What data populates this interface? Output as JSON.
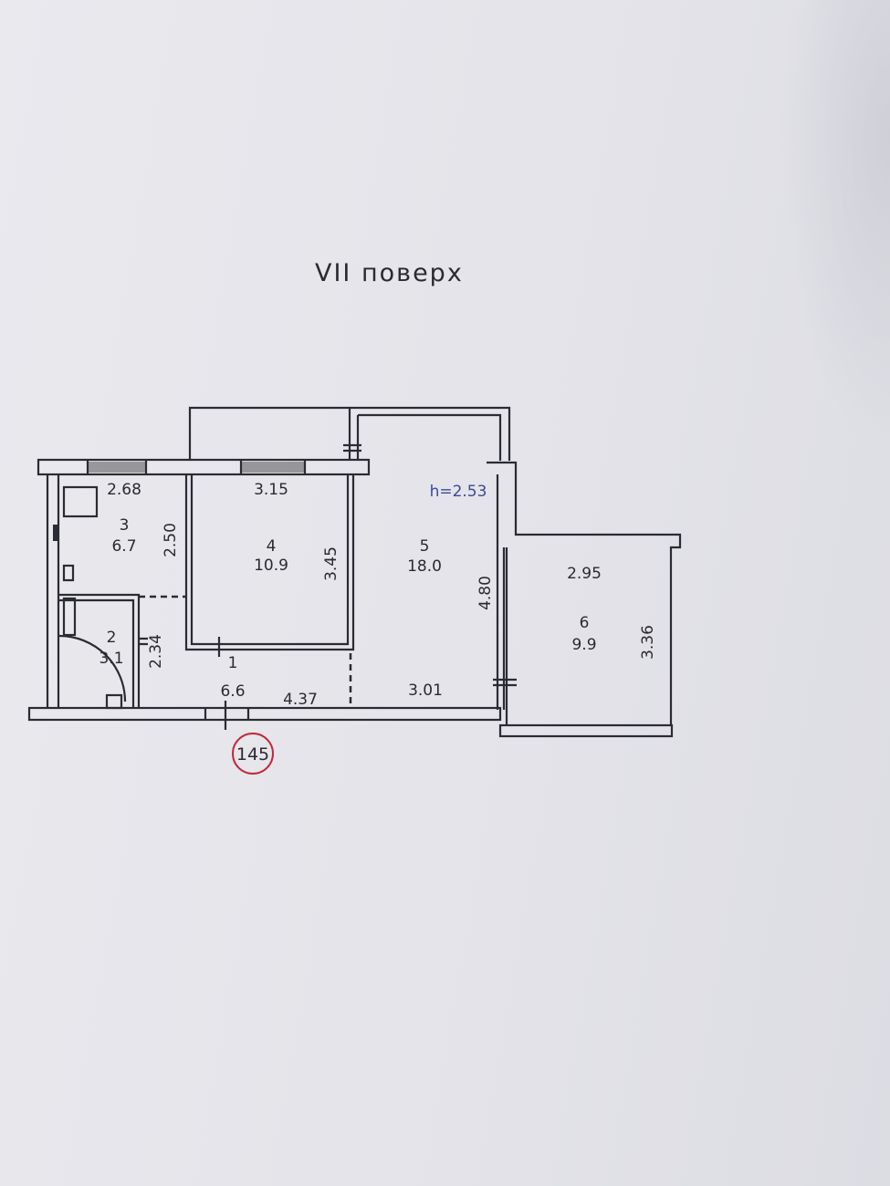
{
  "title": "VII поверх",
  "ceiling_height": "h=2.53",
  "rooms": [
    {
      "number": "1",
      "area": "6.6"
    },
    {
      "number": "2",
      "area": "3.1"
    },
    {
      "number": "3",
      "area": "6.7"
    },
    {
      "number": "4",
      "area": "10.9"
    },
    {
      "number": "5",
      "area": "18.0"
    },
    {
      "number": "6",
      "area": "9.9"
    }
  ],
  "dimensions": {
    "kitchen_width": "2.68",
    "kitchen_depth": "2.50",
    "room4_width": "3.15",
    "room4_depth": "3.45",
    "room5_depth": "4.80",
    "room5_width": "3.01",
    "hall_length": "4.37",
    "bath_depth": "2.34",
    "room6_width": "2.95",
    "room6_depth": "3.36"
  },
  "apartment_number": "145",
  "colors": {
    "paper": "#e6e6ec",
    "ink": "#2b2b33",
    "height_label": "#3b4a9a",
    "stamp": "#c0283a"
  }
}
